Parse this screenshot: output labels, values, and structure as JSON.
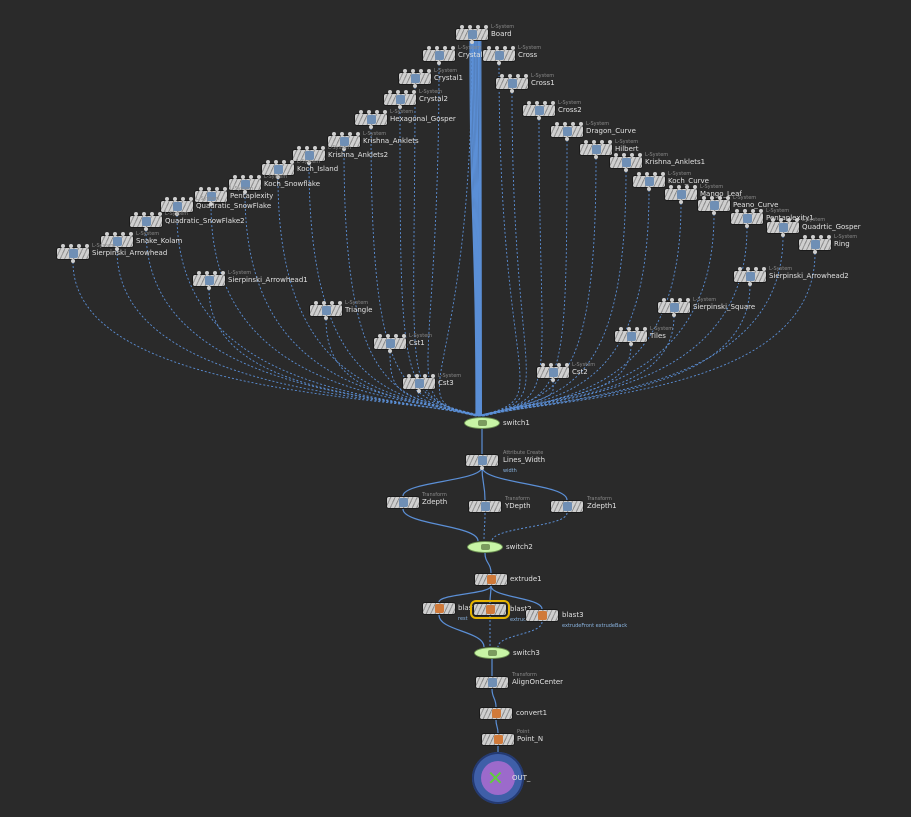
{
  "network": {
    "wire_color": "#5b8fd6",
    "selection_color": "#e6b400",
    "lsystem_nodes": [
      {
        "name": "Board",
        "type": "L-System"
      },
      {
        "name": "Crystal",
        "type": "L-System"
      },
      {
        "name": "Cross",
        "type": "L-System"
      },
      {
        "name": "Crystal1",
        "type": "L-System"
      },
      {
        "name": "Cross1",
        "type": "L-System"
      },
      {
        "name": "Crystal2",
        "type": "L-System"
      },
      {
        "name": "Cross2",
        "type": "L-System"
      },
      {
        "name": "Hexagonal_Gosper",
        "type": "L-System"
      },
      {
        "name": "Dragon_Curve",
        "type": "L-System"
      },
      {
        "name": "Krishna_Anklets",
        "type": "L-System"
      },
      {
        "name": "Hilbert",
        "type": "L-System"
      },
      {
        "name": "Krishna_Anklets2",
        "type": "L-System"
      },
      {
        "name": "Krishna_Anklets1",
        "type": "L-System"
      },
      {
        "name": "Koch_Island",
        "type": "L-System"
      },
      {
        "name": "Koch_Curve",
        "type": "L-System"
      },
      {
        "name": "Koch_Snowflake",
        "type": "L-System"
      },
      {
        "name": "Mango_Leaf",
        "type": "L-System"
      },
      {
        "name": "Pentaplexity",
        "type": "L-System"
      },
      {
        "name": "Peano_Curve",
        "type": "L-System"
      },
      {
        "name": "Quadratic_SnowFlake",
        "type": "L-System"
      },
      {
        "name": "Pentaplexity1",
        "type": "L-System"
      },
      {
        "name": "Quadratic_SnowFlake2",
        "type": "L-System"
      },
      {
        "name": "Quadrtic_Gosper",
        "type": "L-System"
      },
      {
        "name": "Snake_Kolam",
        "type": "L-System"
      },
      {
        "name": "Ring",
        "type": "L-System"
      },
      {
        "name": "Sierpinski_Arrowhead",
        "type": "L-System"
      },
      {
        "name": "Sierpinski_Arrowhead2",
        "type": "L-System"
      },
      {
        "name": "Sierpinski_Arrowhead1",
        "type": "L-System"
      },
      {
        "name": "Sierpinski_Square",
        "type": "L-System"
      },
      {
        "name": "Triangle",
        "type": "L-System"
      },
      {
        "name": "Tiles",
        "type": "L-System"
      },
      {
        "name": "Cst1",
        "type": "L-System"
      },
      {
        "name": "Cst2",
        "type": "L-System"
      },
      {
        "name": "Cst3",
        "type": "L-System"
      }
    ],
    "switch1": {
      "name": "switch1"
    },
    "lines_width": {
      "name": "Lines_Width",
      "type": "Attribute Create",
      "attr": "width"
    },
    "zdepth": {
      "name": "Zdepth",
      "type": "Transform"
    },
    "ydepth": {
      "name": "YDepth",
      "type": "Transform"
    },
    "zdepth1": {
      "name": "Zdepth1",
      "type": "Transform"
    },
    "switch2": {
      "name": "switch2"
    },
    "extrude1": {
      "name": "extrude1"
    },
    "blast1": {
      "name": "blast1",
      "attr": "rest"
    },
    "blast2": {
      "name": "blast2",
      "attr": "extrudeBack"
    },
    "blast3": {
      "name": "blast3",
      "attr": "extrudeFront extrudeBack"
    },
    "switch3": {
      "name": "switch3"
    },
    "align": {
      "name": "AlignOnCenter",
      "type": "Transform"
    },
    "convert1": {
      "name": "convert1"
    },
    "point_n": {
      "name": "Point_N",
      "type": "Point"
    },
    "out": {
      "name": "OUT_"
    }
  }
}
